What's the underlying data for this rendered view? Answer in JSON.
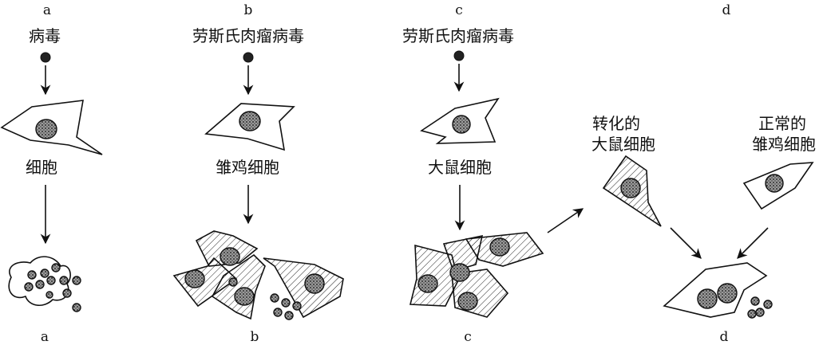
{
  "panels": {
    "a": {
      "top_letter": "a",
      "virus_label": "病毒",
      "cell_label": "细胞",
      "bottom_letter": "a"
    },
    "b": {
      "top_letter": "b",
      "virus_label": "劳斯氏肉瘤病毒",
      "cell_label": "雏鸡细胞",
      "bottom_letter": "b"
    },
    "c": {
      "top_letter": "c",
      "virus_label": "劳斯氏肉瘤病毒",
      "cell_label": "大鼠细胞",
      "bottom_letter": "c"
    },
    "d": {
      "top_letter": "d",
      "transformed_label_line1": "转化的",
      "transformed_label_line2": "大鼠细胞",
      "normal_label_line1": "正常的",
      "normal_label_line2": "雏鸡细胞",
      "bottom_letter": "d"
    }
  }
}
